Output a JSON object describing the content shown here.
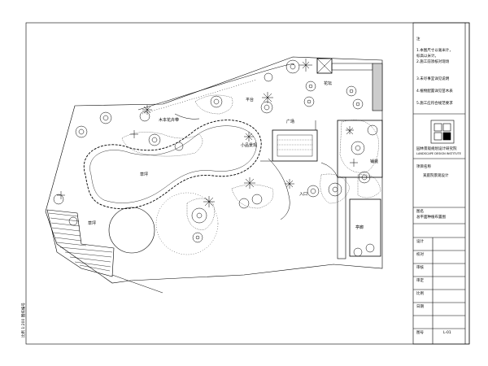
{
  "plan": {
    "labels": {
      "flower_strip": "木本花卉带",
      "lawn": "草坪",
      "lawn2": "草坪",
      "feature": "小品景观",
      "flower_bed": "花坛",
      "paving": "铺装",
      "pavilion": "亭廊",
      "entry": "入口",
      "court": "广场",
      "deck": "平台"
    }
  },
  "title_block": {
    "header": "注",
    "notes": [
      "1.本图尺寸以毫米计，",
      "标高以米计。",
      "2.施工前须核对现场",
      "3.未尽事宜详见说明",
      "4.植物配置详见苗木表",
      "5.施工应符合规范要求"
    ],
    "company": "园林景观规划设计研究院",
    "company_sub": "LANDSCAPE DESIGN INSTITUTE",
    "project_label": "项目名称",
    "project_value": "某庭院景观设计",
    "drawing_label": "图名",
    "drawing_value": "总平面种植布置图",
    "rows": [
      {
        "label": "设计",
        "value": ""
      },
      {
        "label": "校对",
        "value": ""
      },
      {
        "label": "审核",
        "value": ""
      },
      {
        "label": "审定",
        "value": ""
      },
      {
        "label": "比例",
        "value": ""
      },
      {
        "label": "日期",
        "value": ""
      },
      {
        "label": "图号",
        "value": "L-01"
      }
    ]
  },
  "margin_text": "比例 1:200 图纸编号"
}
